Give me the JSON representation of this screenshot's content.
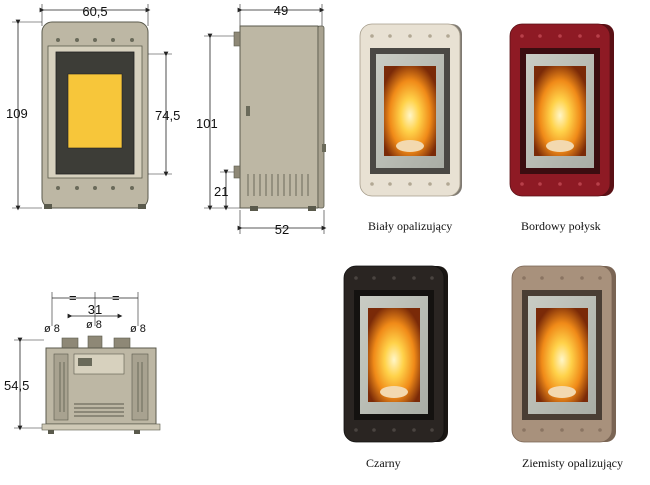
{
  "front_view": {
    "width_label": "60,5",
    "height_label": "109",
    "glass_height_label": "74,5"
  },
  "side_view": {
    "top_depth_label": "49",
    "height_label": "101",
    "foot_height_label": "21",
    "bottom_depth_label": "52"
  },
  "top_view": {
    "spacing_label": "=",
    "center_distance_label": "31",
    "pipe_left_label": "ø 8",
    "pipe_center_label": "ø 8",
    "pipe_right_label": "ø 8",
    "height_label": "54,5"
  },
  "variants": [
    {
      "name": "Biały opalizujący",
      "color": "#e8e1d3"
    },
    {
      "name": "Bordowy połysk",
      "color": "#8e1a24"
    },
    {
      "name": "Czarny",
      "color": "#2a2522"
    },
    {
      "name": "Ziemisty opalizujący",
      "color": "#a8917c"
    }
  ],
  "colors": {
    "drawing_fill": "#bdb7a4",
    "drawing_line": "#5a5a4c",
    "glass_yellow": "#f7c63a",
    "frame_dark": "#3d3d37"
  }
}
